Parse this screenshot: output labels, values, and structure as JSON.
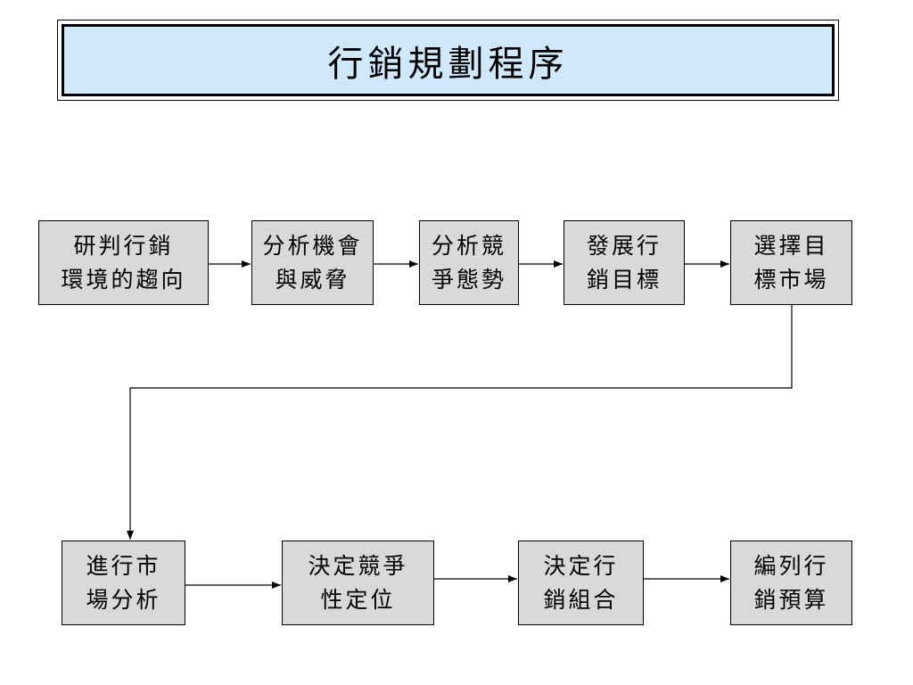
{
  "title": "行銷規劃程序",
  "steps": [
    {
      "line1": "研判行銷",
      "line2": "環境的趨向"
    },
    {
      "line1": "分析機會",
      "line2": "與威脅"
    },
    {
      "line1": "分析競",
      "line2": "爭態勢"
    },
    {
      "line1": "發展行",
      "line2": "銷目標"
    },
    {
      "line1": "選擇目",
      "line2": "標市場"
    },
    {
      "line1": "進行市",
      "line2": "場分析"
    },
    {
      "line1": "決定競爭",
      "line2": "性定位"
    },
    {
      "line1": "決定行",
      "line2": "銷組合"
    },
    {
      "line1": "編列行",
      "line2": "銷預算"
    }
  ]
}
